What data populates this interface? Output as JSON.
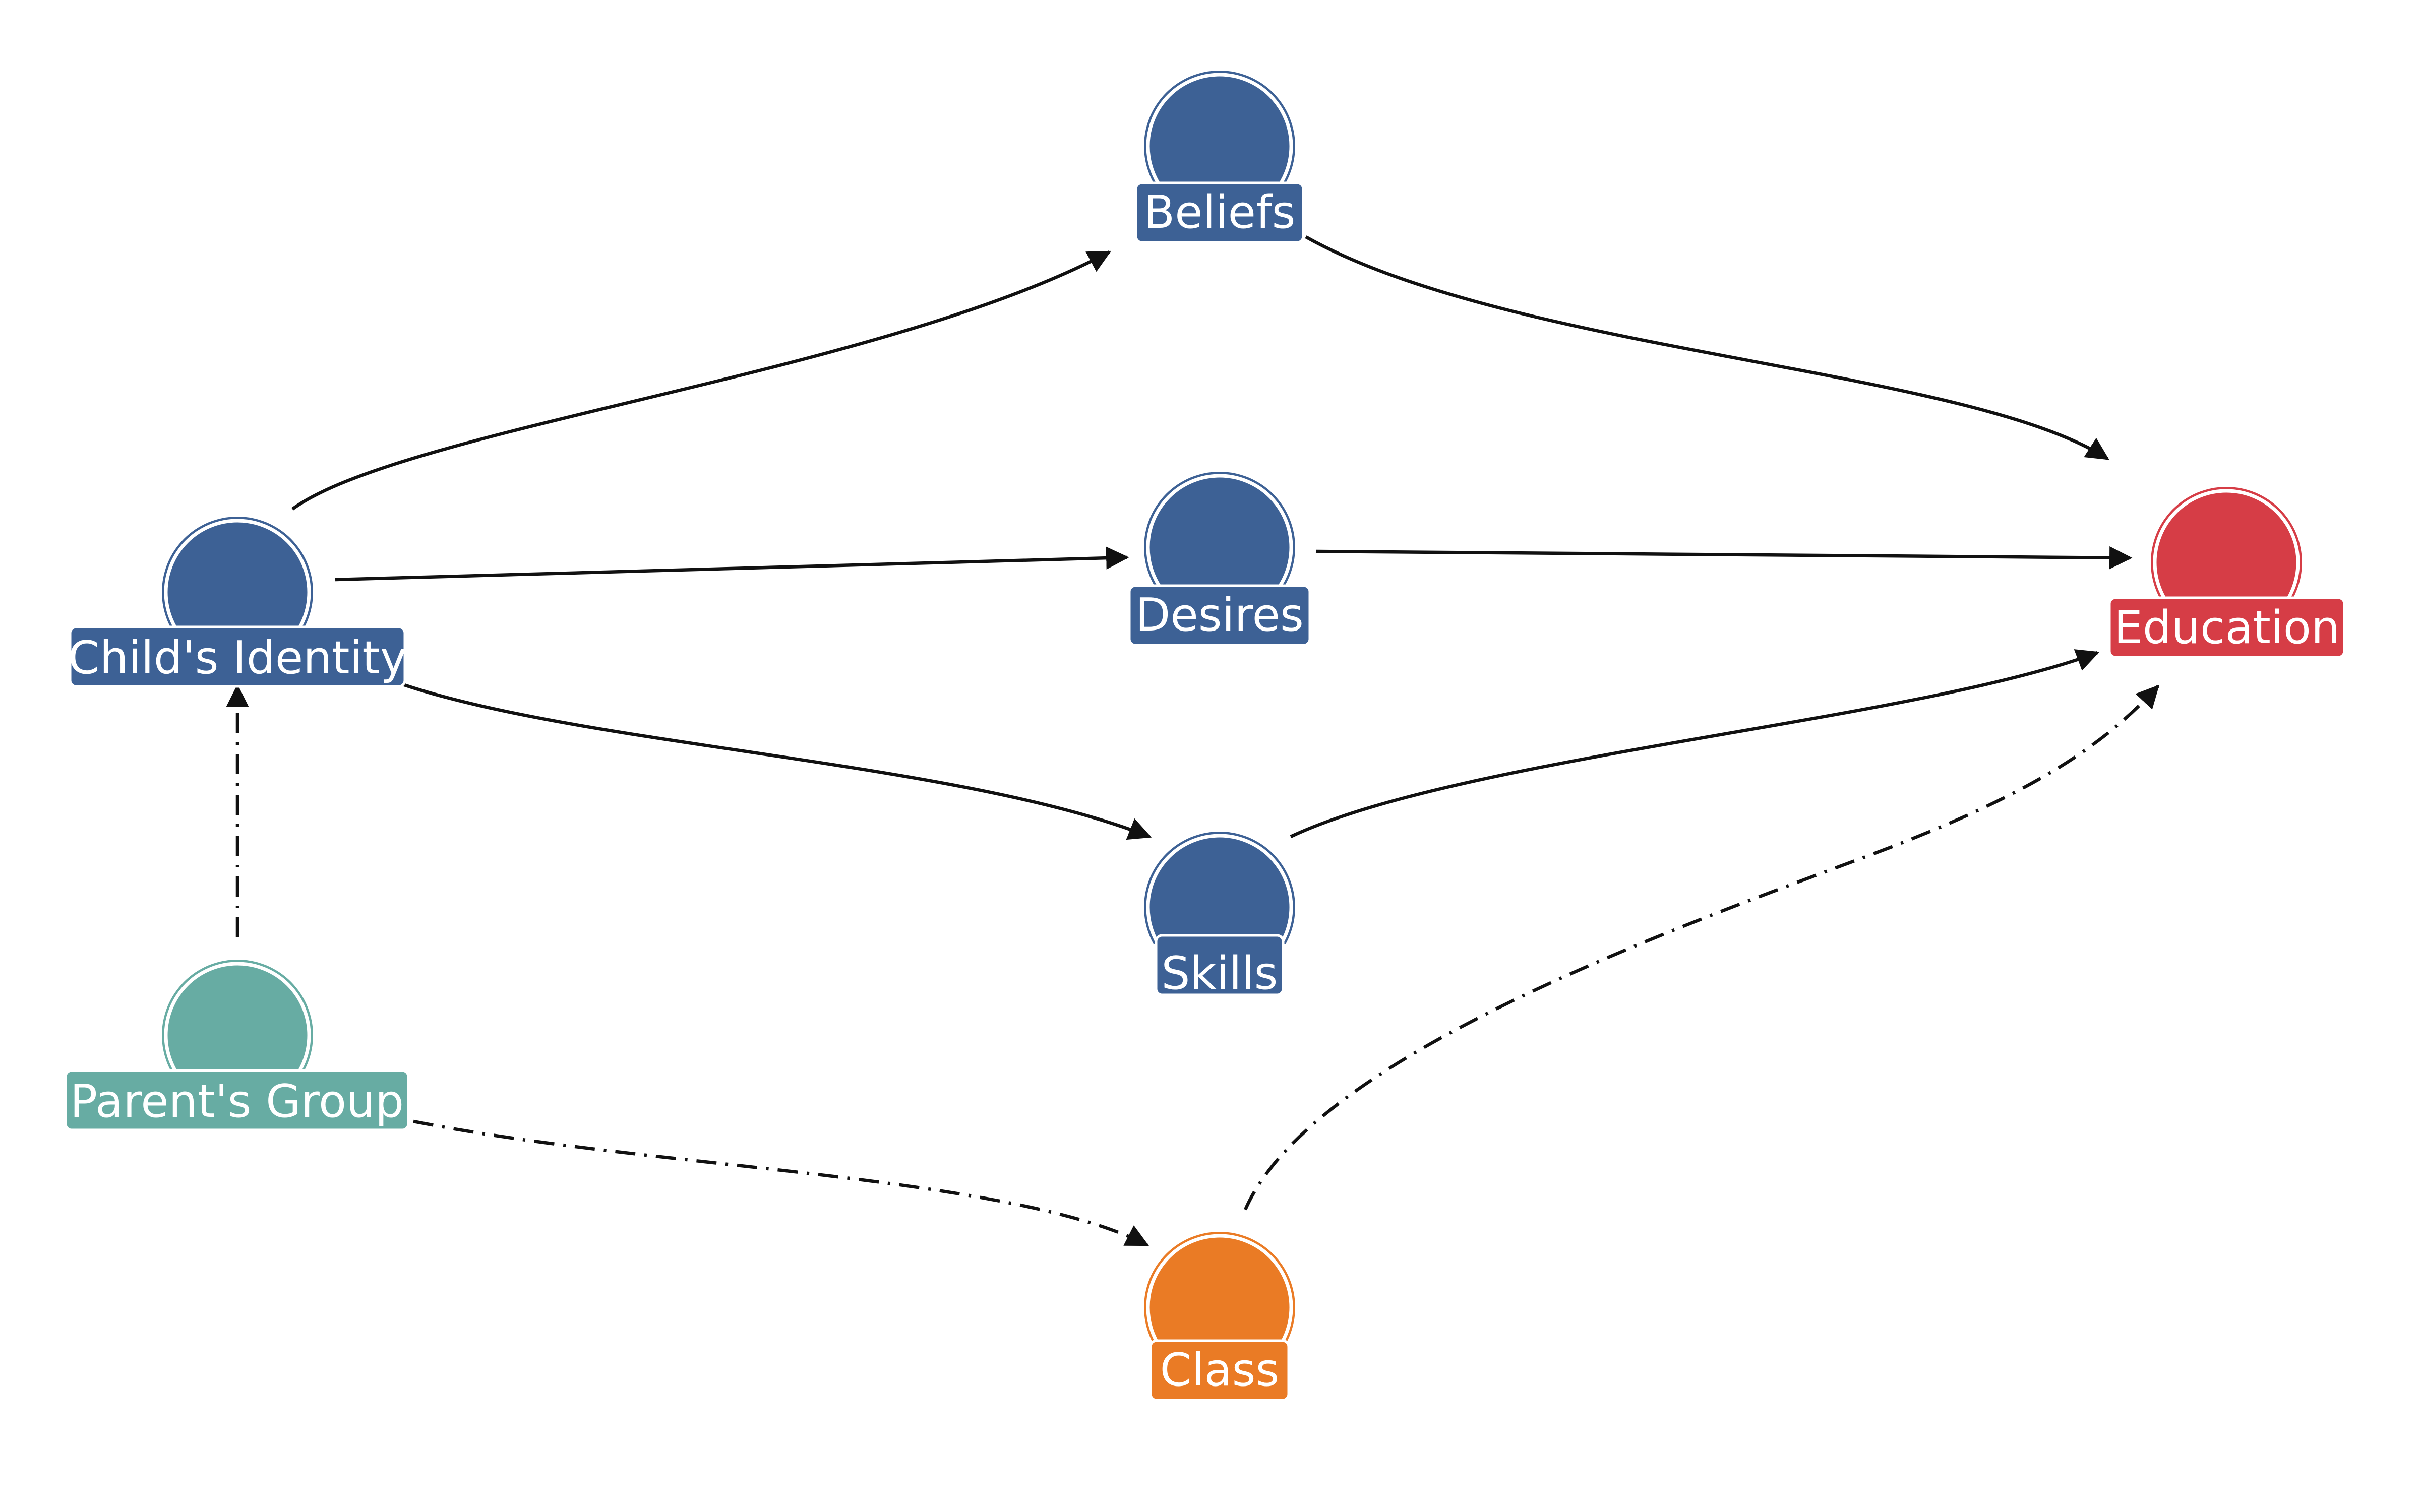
{
  "diagram": {
    "type": "directed-acyclic-graph",
    "nodes": [
      {
        "id": "beliefs",
        "label": "Beliefs",
        "color": "#3D6195"
      },
      {
        "id": "desires",
        "label": "Desires",
        "color": "#3D6195"
      },
      {
        "id": "skills",
        "label": "Skills",
        "color": "#3D6195"
      },
      {
        "id": "childs_identity",
        "label": "Child's Identity",
        "color": "#3D6195"
      },
      {
        "id": "education",
        "label": "Education",
        "color": "#D63D46"
      },
      {
        "id": "parents_group",
        "label": "Parent's Group",
        "color": "#67ACA3"
      },
      {
        "id": "class",
        "label": "Class",
        "color": "#EA7B25"
      }
    ],
    "edges": [
      {
        "from": "childs_identity",
        "to": "beliefs",
        "style": "solid"
      },
      {
        "from": "childs_identity",
        "to": "desires",
        "style": "solid"
      },
      {
        "from": "childs_identity",
        "to": "skills",
        "style": "solid"
      },
      {
        "from": "beliefs",
        "to": "education",
        "style": "solid"
      },
      {
        "from": "desires",
        "to": "education",
        "style": "solid"
      },
      {
        "from": "skills",
        "to": "education",
        "style": "solid"
      },
      {
        "from": "parents_group",
        "to": "childs_identity",
        "style": "dash-dot"
      },
      {
        "from": "parents_group",
        "to": "class",
        "style": "dash-dot"
      },
      {
        "from": "class",
        "to": "education",
        "style": "dash-dot"
      }
    ]
  }
}
